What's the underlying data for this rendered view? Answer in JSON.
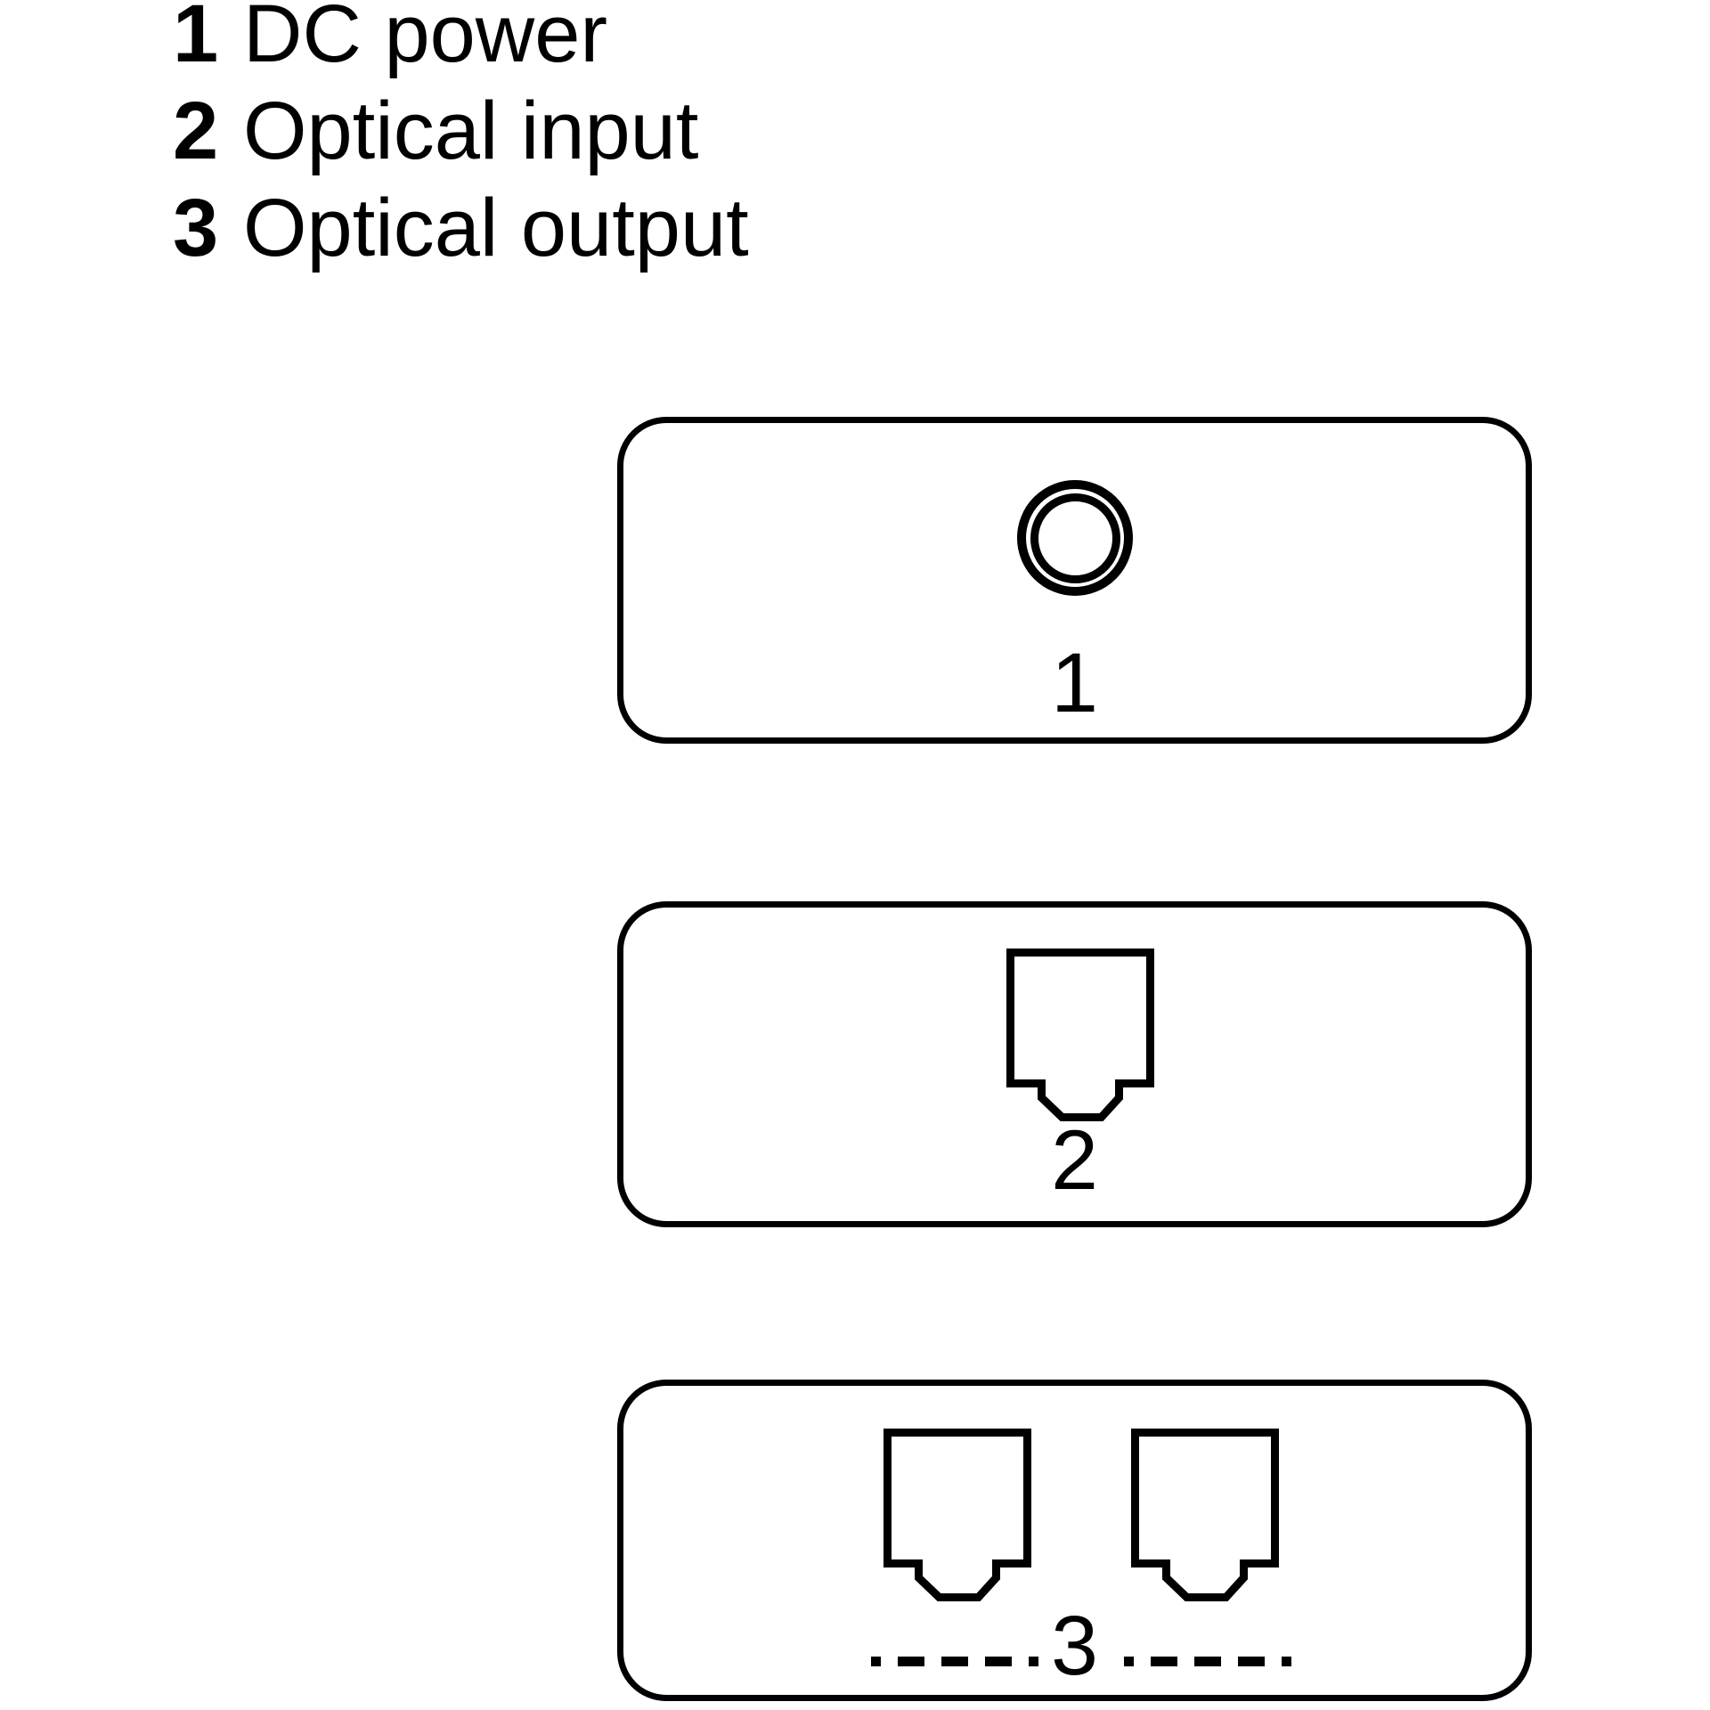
{
  "legend": {
    "items": [
      {
        "num": "1",
        "label": "DC power"
      },
      {
        "num": "2",
        "label": "Optical input"
      },
      {
        "num": "3",
        "label": "Optical output"
      }
    ]
  },
  "panels": [
    {
      "label": "1",
      "icon": "dc-power-jack-icon"
    },
    {
      "label": "2",
      "icon": "optical-port-icon"
    },
    {
      "label": "3",
      "icons": [
        "optical-port-icon",
        "optical-port-icon"
      ]
    }
  ],
  "colors": {
    "line": "#000000",
    "background": "#ffffff"
  }
}
